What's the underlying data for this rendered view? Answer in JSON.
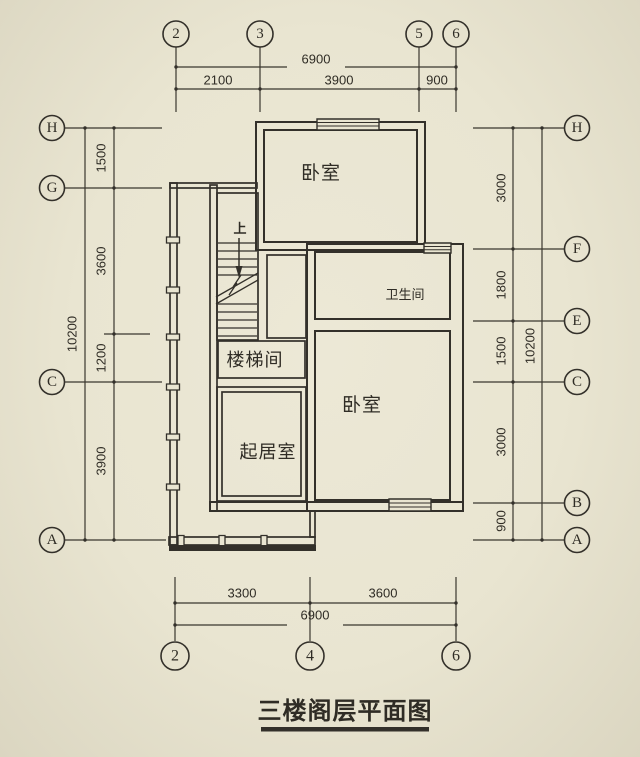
{
  "sheet": {
    "title": "三楼阁层平面图"
  },
  "rooms": {
    "bedroom_top": "卧室",
    "bedroom_main": "卧室",
    "bathroom": "卫生间",
    "stairwell": "楼梯间",
    "living_room": "起居室",
    "stair_direction": "上"
  },
  "grid_bubbles": {
    "top": [
      "2",
      "3",
      "5",
      "6"
    ],
    "bottom": [
      "2",
      "4",
      "6"
    ],
    "left": [
      "H",
      "G",
      "C",
      "A"
    ],
    "right": [
      "H",
      "F",
      "E",
      "C",
      "B",
      "A"
    ]
  },
  "dimensions": {
    "top": {
      "overall": "6900",
      "segments": [
        "2100",
        "3900",
        "900"
      ]
    },
    "bottom": {
      "overall": "6900",
      "segments": [
        "3300",
        "3600"
      ]
    },
    "left": {
      "overall": "10200",
      "segments": [
        "1500",
        "3600",
        "1200",
        "3900"
      ]
    },
    "right": {
      "overall": "10200",
      "segments": [
        "3000",
        "1800",
        "1500",
        "3000",
        "900"
      ]
    }
  },
  "colors": {
    "paper": "#eae6d2",
    "ink": "#33302a"
  }
}
